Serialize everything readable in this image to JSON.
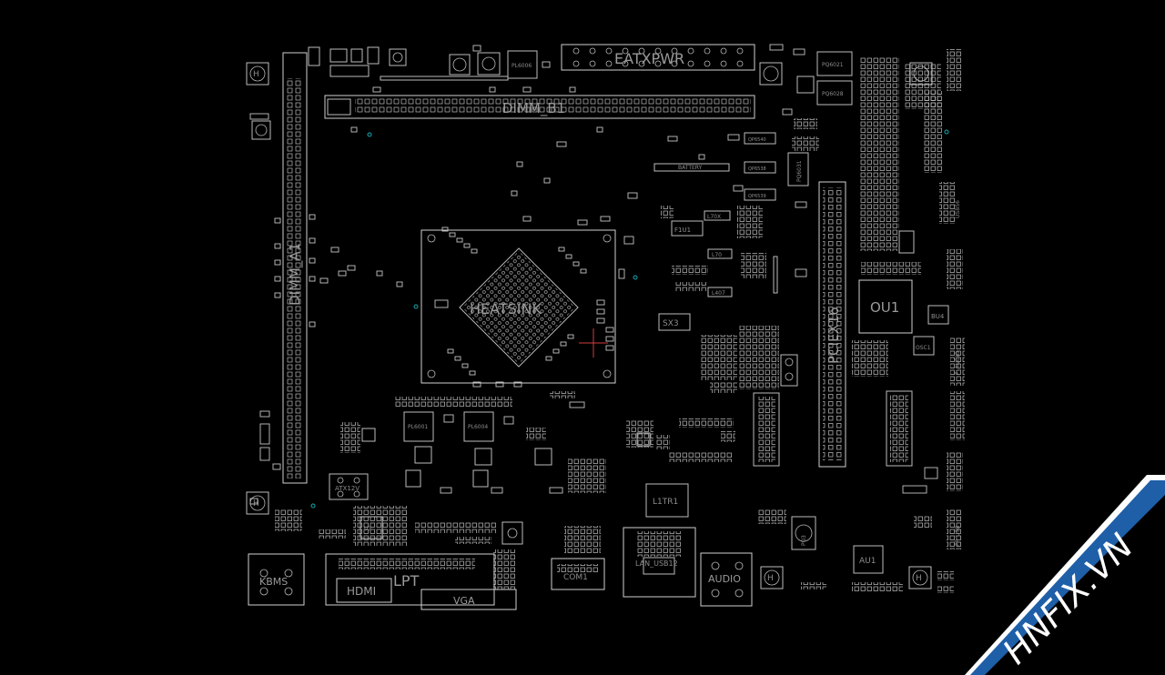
{
  "board": {
    "connectors": {
      "eatxpwr": "EATXPWR",
      "dimm_b1": "DIMM_B1",
      "dimm_a1": "DIMM_A1",
      "pcie": "PCIEX16",
      "kbms": "KBMS",
      "hdmi": "HDMI",
      "lpt": "LPT",
      "vga": "VGA",
      "com": "COM1",
      "lan_usb": "LAN_USB12",
      "audio": "AUDIO",
      "atx12v": "ATX12V"
    },
    "chips": {
      "heatsink": "HEATSINK",
      "ou1": "OU1",
      "au1": "AU1",
      "l1tr1": "L1TR1",
      "sx3": "SX3",
      "f1u1": "F1U1",
      "bu4": "BU4",
      "osc1": "OSC1",
      "battery": "BATTERY",
      "pu3": "PU3"
    },
    "parts": {
      "pl6006": "PL6006",
      "pq6021": "PQ6021",
      "pq6028": "PQ6028",
      "pl6001": "PL6001",
      "pl6004": "PL6004",
      "pq6031": "PQ6031",
      "qp6540": "QP6540",
      "qp6538": "QP6538",
      "qp6539": "QP6539",
      "l70x": "L70X",
      "l70": "L70",
      "l407": "L407"
    },
    "side_labels": {
      "right1": "USB56",
      "right2": "F_AUDIO",
      "right3": "FP_USB"
    }
  },
  "watermark": {
    "text": "HNFIX.VN",
    "accent": "#e11b22",
    "base": "#1e5fa8",
    "edge": "#ffffff"
  },
  "colors": {
    "background": "#000000",
    "silkscreen": "#c0c0c0",
    "via": "#16a8b0",
    "marker": "#d23b3b"
  }
}
